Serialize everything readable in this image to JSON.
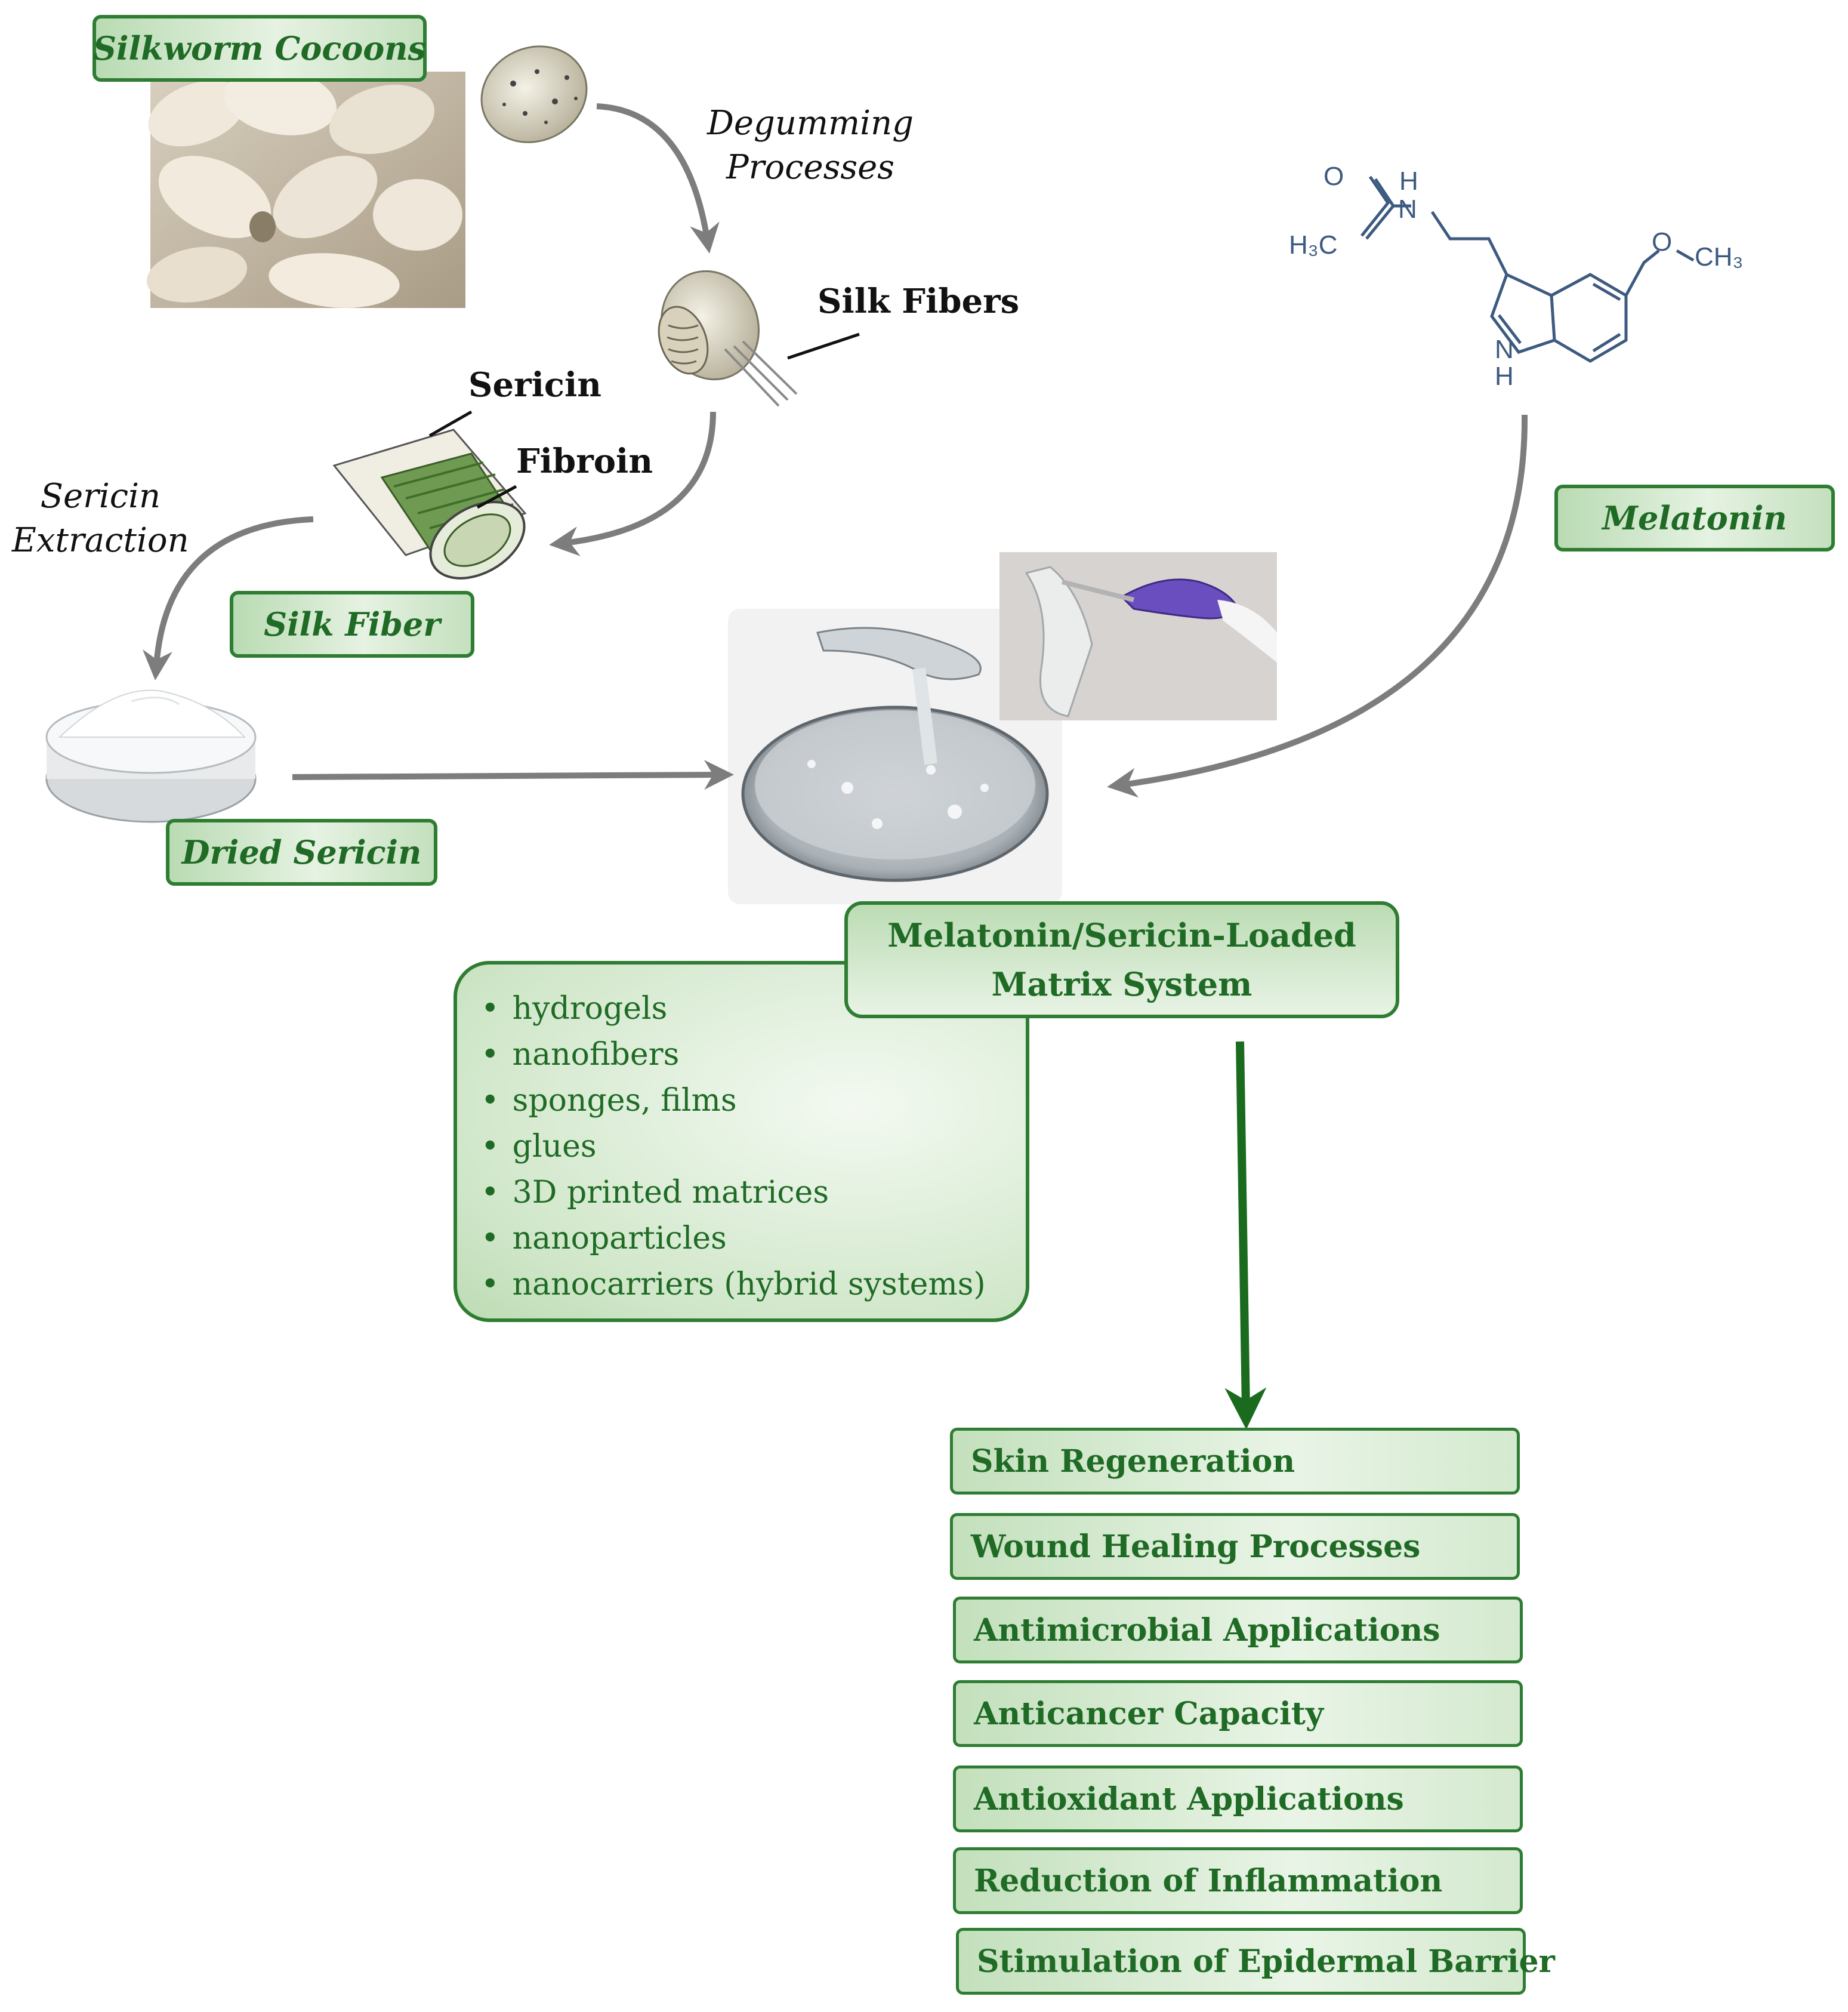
{
  "labels": {
    "silkworm_cocoons": "Silkworm Cocoons",
    "silk_fiber": "Silk Fiber",
    "dried_sericin": "Dried Sericin",
    "melatonin": "Melatonin"
  },
  "process_text": {
    "degumming": [
      "Degumming",
      "Processes"
    ],
    "sericin_extraction": [
      "Sericin",
      "Extraction"
    ],
    "silk_fibers": "Silk Fibers",
    "sericin": "Sericin",
    "fibroin": "Fibroin"
  },
  "molecule": {
    "atoms": {
      "O_top": "O",
      "N": "N",
      "H_on_N": "H",
      "H3C": "H₃C",
      "O_methoxy": "O",
      "CH3": "CH₃",
      "ring_N": "N",
      "ring_H": "H"
    }
  },
  "matrix_system": {
    "lines": [
      "Melatonin/Sericin-Loaded",
      "Matrix System"
    ]
  },
  "forms": [
    "hydrogels",
    "nanofibers",
    "sponges, films",
    "glues",
    "3D printed matrices",
    "nanoparticles",
    "nanocarriers (hybrid systems)"
  ],
  "applications": [
    "Skin Regeneration",
    "Wound Healing Processes",
    "Antimicrobial Applications",
    "Anticancer Capacity",
    "Antioxidant Applications",
    "Reduction of Inflammation",
    "Stimulation of Epidermal Barrier"
  ],
  "colors": {
    "accent_green": "#2e7d32",
    "text_green": "#1f6b25",
    "arrow_grey": "#7d7d7d",
    "molecule_blue": "#3d5a80"
  }
}
